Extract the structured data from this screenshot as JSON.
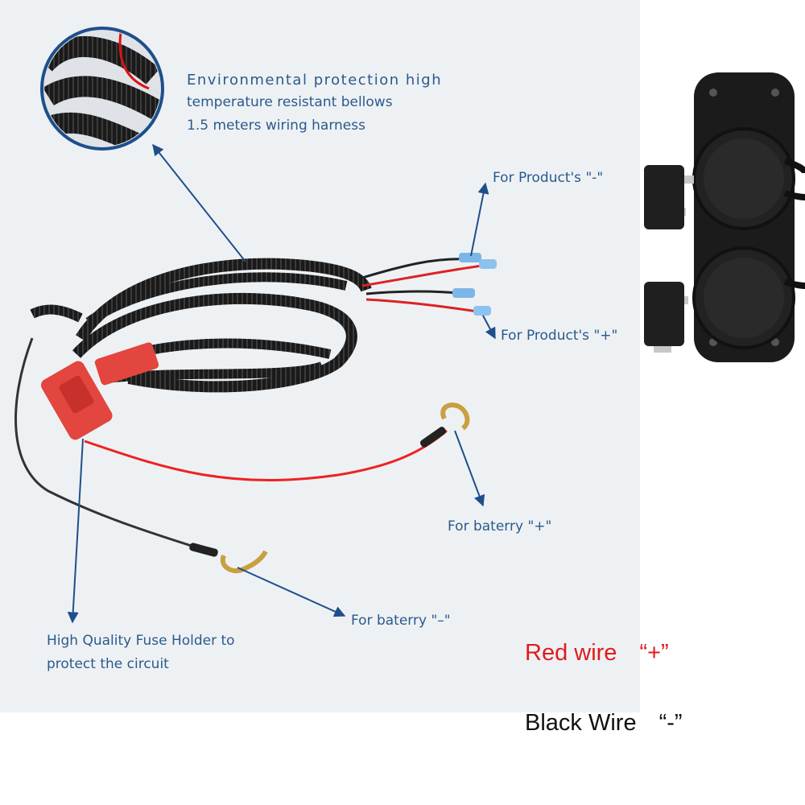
{
  "colors": {
    "photo_background": "#eef1f4",
    "callout_text": "#2a5a8c",
    "red_wire": "#e01b1b",
    "black_wire": "#111111",
    "fuse_holder": "#e2463f"
  },
  "callouts": {
    "harness": {
      "line1": "Environmental protection high",
      "line2": "temperature resistant bellows",
      "line3": "1.5 meters wiring harness"
    },
    "product_negative": "For Product's \"-\"",
    "product_positive": "For Product's \"+\"",
    "battery_positive": "For baterry \"+\"",
    "battery_negative": "For baterry \"–\"",
    "fuse": {
      "line1": "High Quality Fuse Holder to",
      "line2": "protect the circuit"
    }
  },
  "legend": {
    "red": {
      "label": "Red wire",
      "symbol": "“+”"
    },
    "black": {
      "label": "Black Wire",
      "symbol": "“-”"
    }
  },
  "icons": [
    "wiring-harness-photo",
    "fuse-holder-icon",
    "ring-terminal-icon",
    "spade-connector-icon",
    "dual-socket-panel-icon",
    "callout-arrow-icon"
  ]
}
